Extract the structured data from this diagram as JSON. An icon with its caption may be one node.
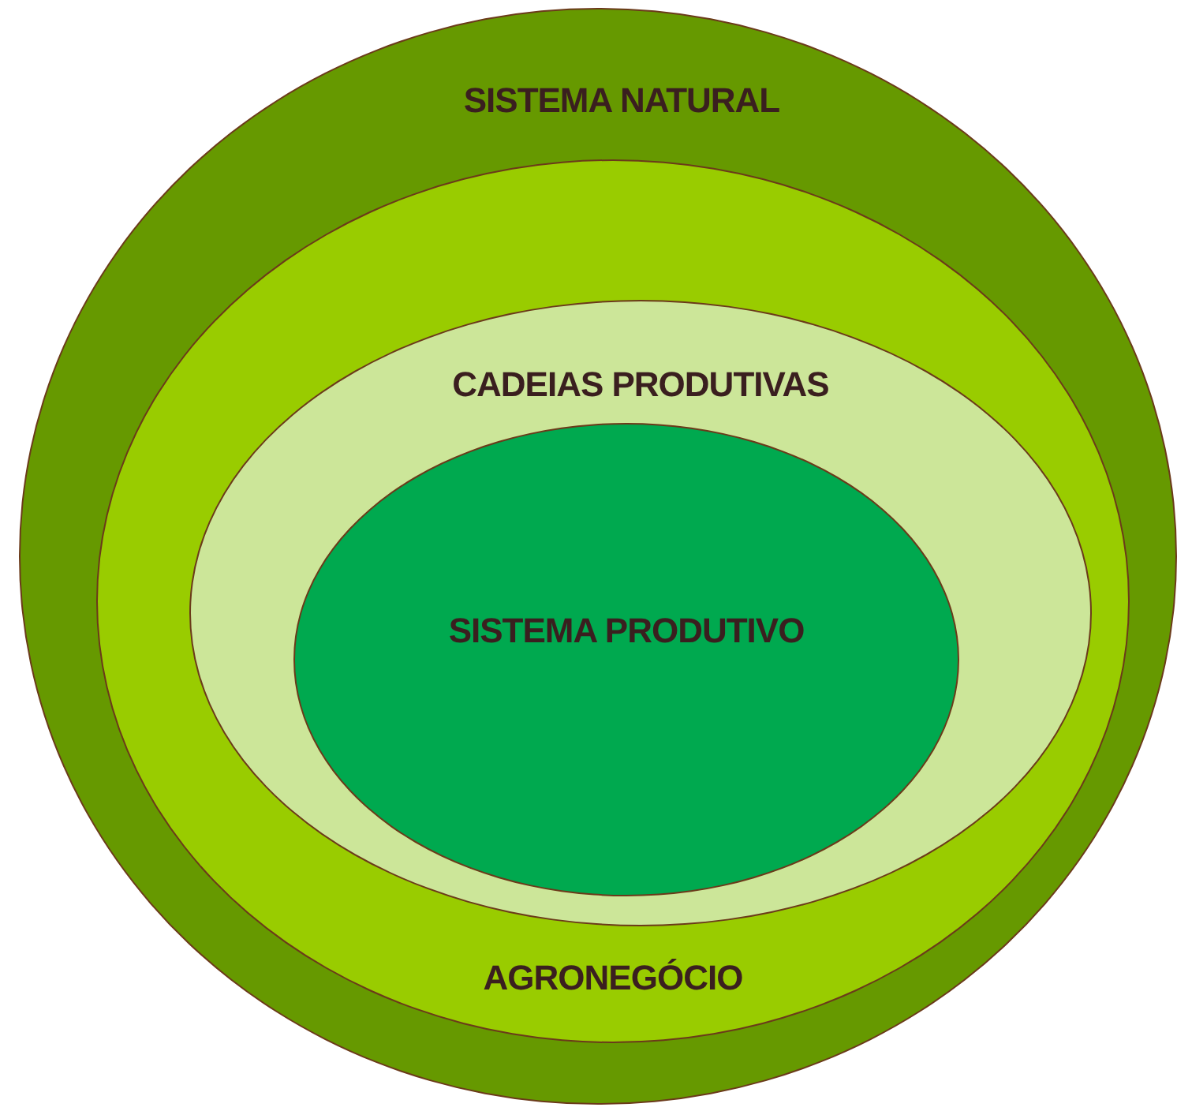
{
  "diagram": {
    "nodes": [
      {
        "text": [
          "SISTEMA NATURAL"
        ]
      },
      {
        "text": [
          "AGRONEGÓCIO"
        ],
        "in": 0
      },
      {
        "text": [
          "CADEIAS PRODUTIVAS"
        ],
        "in": 1
      },
      {
        "text": [
          "SISTEMA PRODUTIVO"
        ],
        "in": 2
      }
    ]
  }
}
